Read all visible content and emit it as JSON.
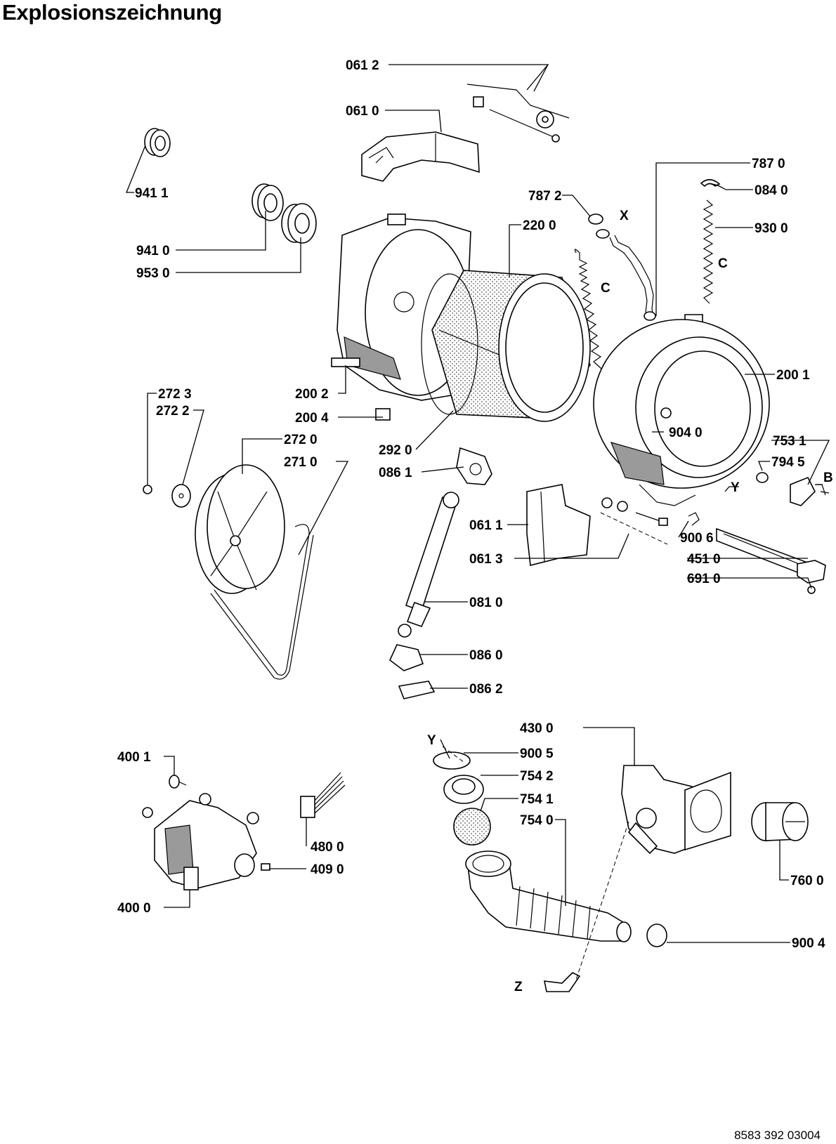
{
  "title": "Explosionszeichnung",
  "document_number": "8583 392 03004",
  "labels": [
    {
      "id": "061_2",
      "text": "061 2"
    },
    {
      "id": "061_0",
      "text": "061 0"
    },
    {
      "id": "941_1",
      "text": "941 1"
    },
    {
      "id": "941_0",
      "text": "941 0"
    },
    {
      "id": "953_0",
      "text": "953 0"
    },
    {
      "id": "787_0",
      "text": "787 0"
    },
    {
      "id": "787_2",
      "text": "787 2"
    },
    {
      "id": "X1",
      "text": "X"
    },
    {
      "id": "084_0",
      "text": "084 0"
    },
    {
      "id": "220_0",
      "text": "220 0"
    },
    {
      "id": "930_0",
      "text": "930 0"
    },
    {
      "id": "C1",
      "text": "C"
    },
    {
      "id": "C2",
      "text": "C"
    },
    {
      "id": "200_2",
      "text": "200 2"
    },
    {
      "id": "200_1",
      "text": "200 1"
    },
    {
      "id": "272_3",
      "text": "272 3"
    },
    {
      "id": "272_2",
      "text": "272 2"
    },
    {
      "id": "200_4",
      "text": "200 4"
    },
    {
      "id": "272_0",
      "text": "272 0"
    },
    {
      "id": "292_0",
      "text": "292 0"
    },
    {
      "id": "904_0",
      "text": "904 0"
    },
    {
      "id": "753_1",
      "text": "753 1"
    },
    {
      "id": "271_0",
      "text": "271 0"
    },
    {
      "id": "086_1",
      "text": "086 1"
    },
    {
      "id": "794_5",
      "text": "794 5"
    },
    {
      "id": "B1",
      "text": "B"
    },
    {
      "id": "Y1",
      "text": "Y"
    },
    {
      "id": "061_1",
      "text": "061 1"
    },
    {
      "id": "900_6",
      "text": "900 6"
    },
    {
      "id": "061_3",
      "text": "061 3"
    },
    {
      "id": "451_0",
      "text": "451 0"
    },
    {
      "id": "691_0",
      "text": "691 0"
    },
    {
      "id": "081_0",
      "text": "081 0"
    },
    {
      "id": "086_0",
      "text": "086 0"
    },
    {
      "id": "086_2",
      "text": "086 2"
    },
    {
      "id": "430_0",
      "text": "430 0"
    },
    {
      "id": "Y2",
      "text": "Y"
    },
    {
      "id": "900_5",
      "text": "900 5"
    },
    {
      "id": "400_1",
      "text": "400 1"
    },
    {
      "id": "754_2",
      "text": "754 2"
    },
    {
      "id": "754_1",
      "text": "754 1"
    },
    {
      "id": "754_0",
      "text": "754 0"
    },
    {
      "id": "480_0",
      "text": "480 0"
    },
    {
      "id": "409_0",
      "text": "409 0"
    },
    {
      "id": "760_0",
      "text": "760 0"
    },
    {
      "id": "400_0",
      "text": "400 0"
    },
    {
      "id": "900_4",
      "text": "900 4"
    },
    {
      "id": "Z1",
      "text": "Z"
    }
  ]
}
